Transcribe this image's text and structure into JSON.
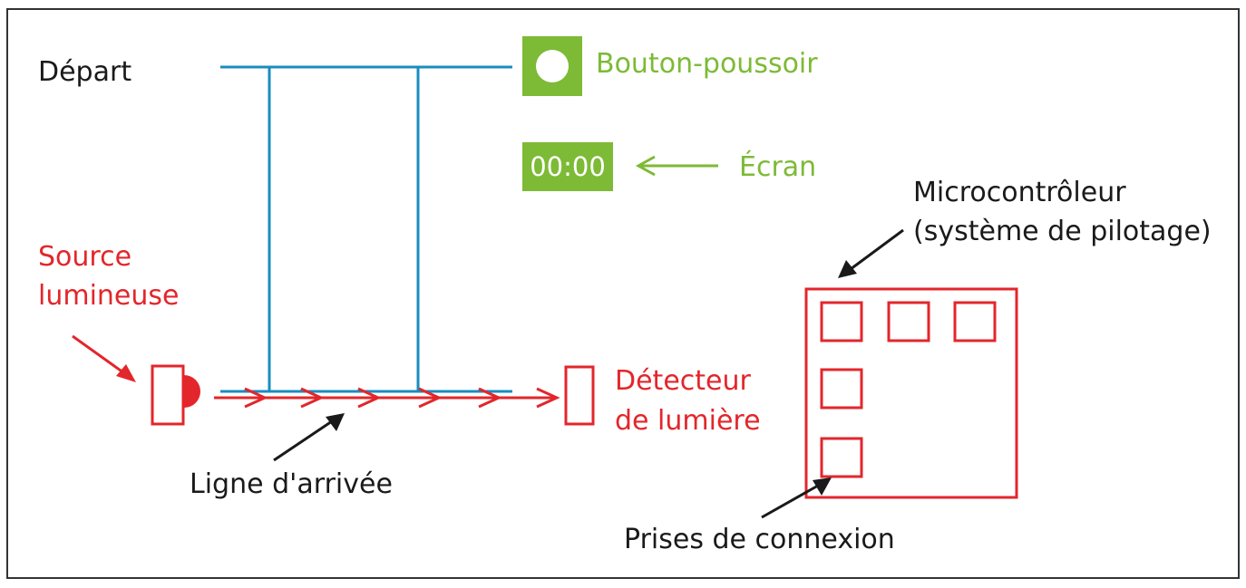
{
  "labels": {
    "depart": "Départ",
    "bouton": "Bouton-poussoir",
    "ecran_display": "00:00",
    "ecran": "Écran",
    "source_line1": "Source",
    "source_line2": "lumineuse",
    "detecteur_line1": "Détecteur",
    "detecteur_line2": "de lumière",
    "micro_line1": "Microcontrôleur",
    "micro_line2": "(système de pilotage)",
    "ligne_arrivee": "Ligne d'arrivée",
    "prises": "Prises de connexion"
  },
  "colors": {
    "blue": "#1a8cc0",
    "red": "#e3262b",
    "green": "#7dba36",
    "black": "#1a1a1a",
    "frame": "#333333"
  }
}
